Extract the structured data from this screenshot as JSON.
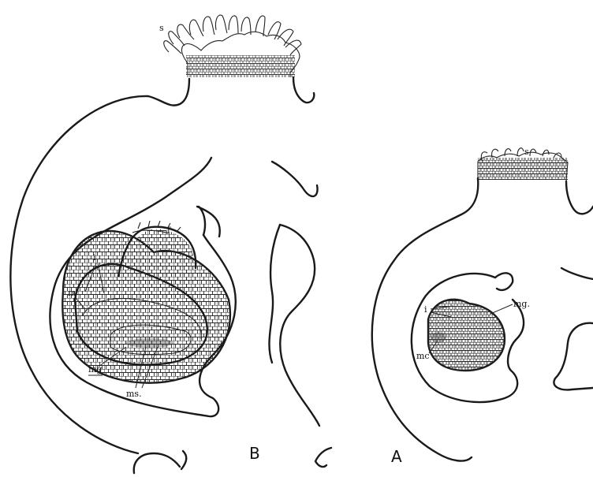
{
  "figures": [
    {
      "id": "B",
      "label": "B",
      "annotations": {
        "s": "s",
        "f": "f",
        "i": "i",
        "m": "m",
        "mg": "mg",
        "ms": "ms."
      }
    },
    {
      "id": "A",
      "label": "A",
      "annotations": {
        "s": "s",
        "i": "i",
        "mg": "mg.",
        "mc": "mc"
      }
    }
  ],
  "colors": {
    "ink": "#1a1a1a",
    "paper": "#ffffff"
  }
}
